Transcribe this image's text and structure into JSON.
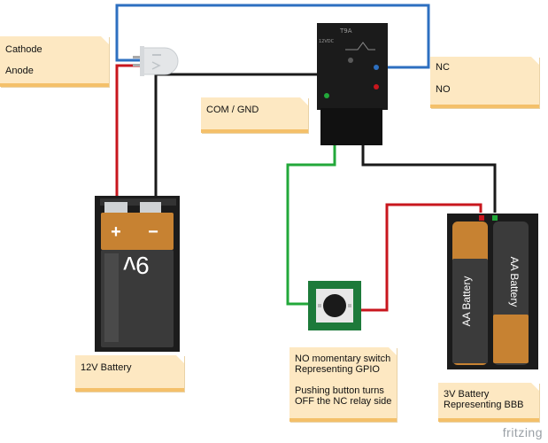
{
  "labels": {
    "cathode": "Cathode",
    "anode": "Anode",
    "com_gnd": "COM / GND",
    "nc": "NC",
    "no": "NO",
    "battery12v": "12V Battery",
    "battery3v_line1": "3V Battery",
    "battery3v_line2": "Representing BBB",
    "switch_line1": "NO momentary switch",
    "switch_line2": "Representing GPIO",
    "switch_line3": "Pushing button turns",
    "switch_line4": "OFF the NC relay side"
  },
  "battery9v": {
    "plus": "+",
    "minus": "−",
    "voltage": "9v"
  },
  "aa": {
    "label": "AA Battery"
  },
  "relay": {
    "markings": "T9A",
    "sub": "12VDC"
  },
  "brand": "fritzing",
  "colors": {
    "wire_blue": "#2d6fc0",
    "wire_red": "#c8161d",
    "wire_black": "#1a1a1a",
    "wire_green": "#22a83a",
    "note_bg": "#fde8c2",
    "note_strip": "#f4c06a"
  }
}
